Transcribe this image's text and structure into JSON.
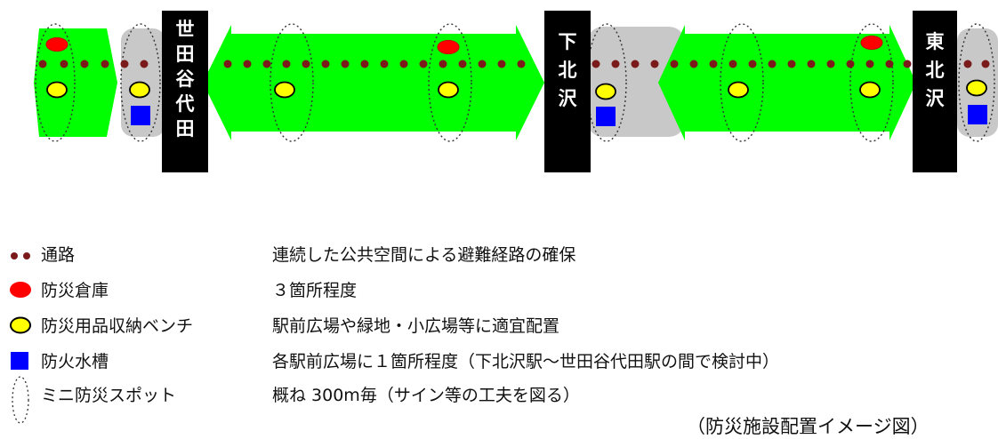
{
  "stations": [
    {
      "name": "世田谷代田",
      "chars": [
        "世",
        "田",
        "谷",
        "代",
        "田"
      ]
    },
    {
      "name": "下北沢",
      "chars": [
        "下",
        "北",
        "沢"
      ]
    },
    {
      "name": "東北沢",
      "chars": [
        "東",
        "北",
        "沢"
      ]
    }
  ],
  "colors": {
    "corridor": "#00ff00",
    "path_dot": "#7b1a1a",
    "warehouse": "#ff0000",
    "bench": "#ffff00",
    "water_tank": "#0000ff",
    "station_bar": "#000000",
    "plaza": "#c8c8c8"
  },
  "legend": [
    {
      "symbol": "path-dots-icon",
      "label": "通路",
      "description": "連続した公共空間による避難経路の確保"
    },
    {
      "symbol": "warehouse-icon",
      "label": "防災倉庫",
      "description": "３箇所程度"
    },
    {
      "symbol": "bench-icon",
      "label": "防災用品収納ベンチ",
      "description": "駅前広場や緑地・小広場等に適宜配置"
    },
    {
      "symbol": "water-tank-icon",
      "label": "防火水槽",
      "description": "各駅前広場に１箇所程度（下北沢駅～世田谷代田駅の間で検討中）"
    },
    {
      "symbol": "mini-spot-icon",
      "label": "ミニ防災スポット",
      "description": "概ね 300m毎（サイン等の工夫を図る）"
    }
  ],
  "caption": "（防災施設配置イメージ図）"
}
